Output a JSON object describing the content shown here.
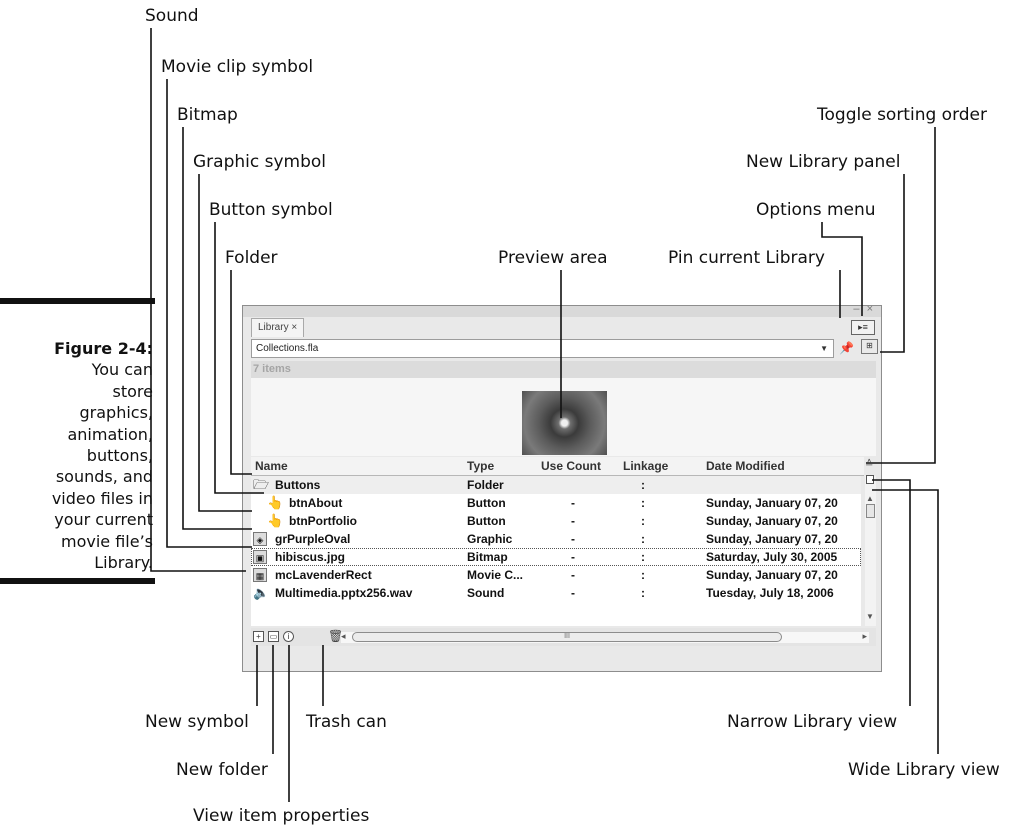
{
  "callouts": {
    "sound": "Sound",
    "movie_clip_symbol": "Movie clip symbol",
    "bitmap": "Bitmap",
    "graphic_symbol": "Graphic symbol",
    "button_symbol": "Button symbol",
    "folder": "Folder",
    "preview_area": "Preview area",
    "pin_current_library": "Pin current Library",
    "options_menu": "Options menu",
    "new_library_panel": "New Library panel",
    "toggle_sorting_order": "Toggle sorting order",
    "new_symbol": "New symbol",
    "new_folder": "New folder",
    "view_item_properties": "View item properties",
    "trash_can": "Trash can",
    "narrow_library_view": "Narrow Library view",
    "wide_library_view": "Wide Library view"
  },
  "figure": {
    "label": "Figure 2-4:",
    "caption_lines": [
      "You can",
      "store",
      "graphics,",
      "animation,",
      "buttons,",
      "sounds, and",
      "video files in",
      "your current",
      "movie file’s",
      "Library."
    ]
  },
  "panel": {
    "tab_label": "Library ×",
    "window_controls": "– ×",
    "selected_library": "Collections.fla",
    "item_count": "7 items",
    "columns": [
      "Name",
      "Type",
      "Use Count",
      "Linkage",
      "Date Modified"
    ],
    "rows": [
      {
        "name": "Buttons",
        "type": "Folder",
        "use_count": "",
        "linkage": ":",
        "date": "",
        "icon": "folder-icon",
        "glyph": "🗁",
        "indent": 0
      },
      {
        "name": "btnAbout",
        "type": "Button",
        "use_count": "-",
        "linkage": ":",
        "date": "Sunday, January 07, 20",
        "icon": "button-symbol-icon",
        "glyph": "👆",
        "indent": 1
      },
      {
        "name": "btnPortfolio",
        "type": "Button",
        "use_count": "-",
        "linkage": ":",
        "date": "Sunday, January 07, 20",
        "icon": "button-symbol-icon",
        "glyph": "👆",
        "indent": 1
      },
      {
        "name": "grPurpleOval",
        "type": "Graphic",
        "use_count": "-",
        "linkage": ":",
        "date": "Sunday, January 07, 20",
        "icon": "graphic-symbol-icon",
        "glyph": "◈",
        "indent": 0
      },
      {
        "name": "hibiscus.jpg",
        "type": "Bitmap",
        "use_count": "-",
        "linkage": ":",
        "date": "Saturday, July 30, 2005",
        "icon": "bitmap-icon",
        "glyph": "▣",
        "indent": 0
      },
      {
        "name": "mcLavenderRect",
        "type": "Movie C...",
        "use_count": "-",
        "linkage": ":",
        "date": "Sunday, January 07, 20",
        "icon": "movie-clip-icon",
        "glyph": "▦",
        "indent": 0
      },
      {
        "name": "Multimedia.pptx256.wav",
        "type": "Sound",
        "use_count": "-",
        "linkage": ":",
        "date": "Tuesday, July 18, 2006",
        "icon": "sound-icon",
        "glyph": "🔈",
        "indent": 0
      }
    ],
    "scroll_thumb_grip": "III"
  }
}
